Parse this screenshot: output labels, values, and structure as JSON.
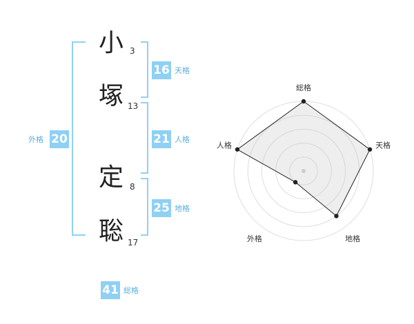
{
  "name": {
    "chars": [
      {
        "char": "小",
        "strokes": "3"
      },
      {
        "char": "塚",
        "strokes": "13"
      },
      {
        "char": "定",
        "strokes": "8"
      },
      {
        "char": "聡",
        "strokes": "17"
      }
    ]
  },
  "kakusu": {
    "tenkaku": {
      "value": "16",
      "label": "天格"
    },
    "jinkaku": {
      "value": "21",
      "label": "人格"
    },
    "chikaku": {
      "value": "25",
      "label": "地格"
    },
    "gaikaku": {
      "value": "20",
      "label": "外格"
    },
    "soukaku": {
      "value": "41",
      "label": "総格"
    }
  },
  "colors": {
    "accent": "#8fd0f5",
    "accent_text": "#5aaee0"
  },
  "chart_data": {
    "type": "radar",
    "axes": [
      "総格",
      "天格",
      "地格",
      "外格",
      "人格"
    ],
    "values": [
      5,
      5,
      4,
      1,
      5
    ],
    "rmax": 5,
    "grid_rings": 5
  }
}
